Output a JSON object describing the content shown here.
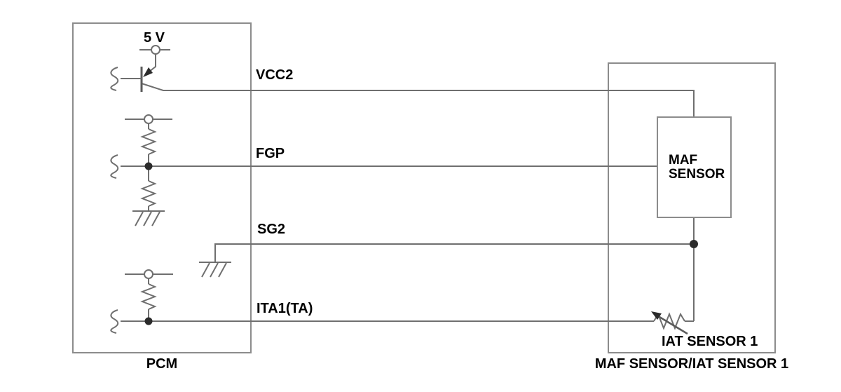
{
  "diagram": {
    "type": "automotive-wiring-schematic",
    "background_color": "#ffffff",
    "wire_color": "#6f6f6f",
    "box_stroke_color": "#8c8c8c",
    "text_color": "#000000",
    "supply_label": "5 V",
    "wires": [
      {
        "label": "VCC2"
      },
      {
        "label": "FGP"
      },
      {
        "label": "SG2"
      },
      {
        "label": "ITA1(TA)"
      }
    ],
    "components": {
      "pcm": {
        "label": "PCM"
      },
      "maf_sensor": {
        "label_line1": "MAF",
        "label_line2": "SENSOR"
      },
      "iat_sensor": {
        "label": "IAT SENSOR 1"
      },
      "module": {
        "label": "MAF SENSOR/IAT SENSOR 1"
      }
    },
    "icons": {
      "pnp-transistor-icon": "transistor driver inside PCM feeding VCC2 from 5 V",
      "terminal-icon": "open circle supply terminal",
      "resistor-icon": "zigzag resistor",
      "ground-icon": "hatched earth ground",
      "thermistor-icon": "variable resistor with diagonal arrow (IAT sensing element)",
      "junction-dot-icon": "filled connection dot",
      "wire-break-icon": "S-curve wire continuation mark"
    }
  }
}
